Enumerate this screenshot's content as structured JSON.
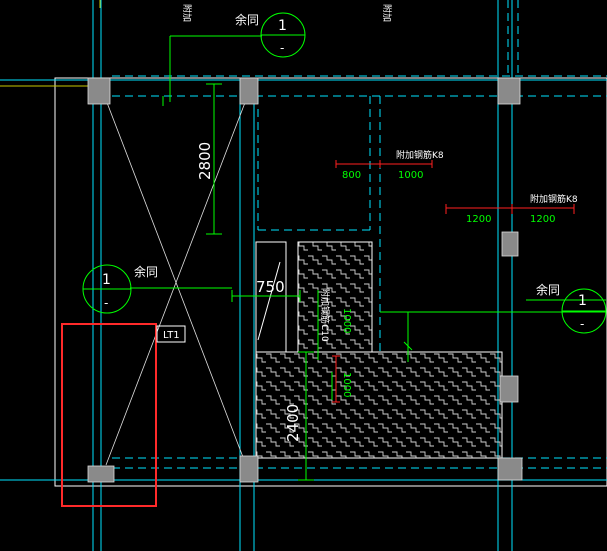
{
  "drawing": {
    "colors": {
      "background": "#000000",
      "axis_cyan": "#00e5ff",
      "axis_blue": "#33aaff",
      "beam_white": "#ffffff",
      "annotation_green": "#00ff00",
      "rebar_red": "#ff0000",
      "column_fill": "#888888",
      "hatch_white": "#cccccc",
      "grid_yellow": "#c8c800"
    },
    "labels": {
      "top_mark_a": "附加",
      "top_mark_b": "附加",
      "yutong_top": "余同",
      "yutong_left": "余同",
      "yutong_right": "余同",
      "grid_top_num": "1",
      "grid_top_sub": "-",
      "grid_left_num": "1",
      "grid_left_sub": "-",
      "grid_right_num": "1",
      "grid_right_sub": "-",
      "rebar_a_label": "附加钢筋K8",
      "rebar_a_left": "800",
      "rebar_a_right": "1000",
      "rebar_b_label": "附加钢筋K8",
      "rebar_b_left": "1200",
      "rebar_b_right": "1200",
      "dim_2800": "2800",
      "dim_750": "750",
      "dim_2400": "2400",
      "rebar_c_label": "附加钢筋C10",
      "dim_1000_a": "1000",
      "dim_1000_b": "1000",
      "component_tag": "LT1"
    }
  }
}
